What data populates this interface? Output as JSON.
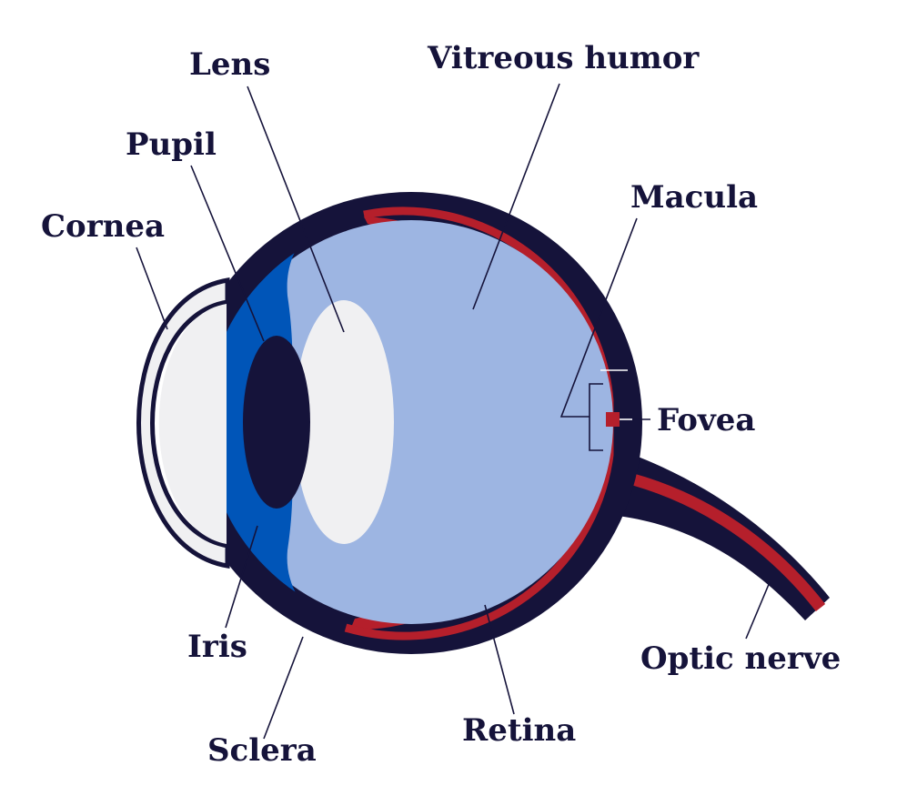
{
  "labels": {
    "lens": "Lens",
    "vitreous_humor": "Vitreous humor",
    "pupil": "Pupil",
    "macula": "Macula",
    "cornea": "Cornea",
    "fovea": "Fovea",
    "iris": "Iris",
    "optic_nerve": "Optic nerve",
    "sclera": "Sclera",
    "retina": "Retina"
  },
  "colors": {
    "sclera": "#15133a",
    "retina": "#b51f2b",
    "iris": "#0055b8",
    "vitreous": "#9db5e2",
    "lens": "#f0f0f2",
    "text": "#15133a"
  }
}
